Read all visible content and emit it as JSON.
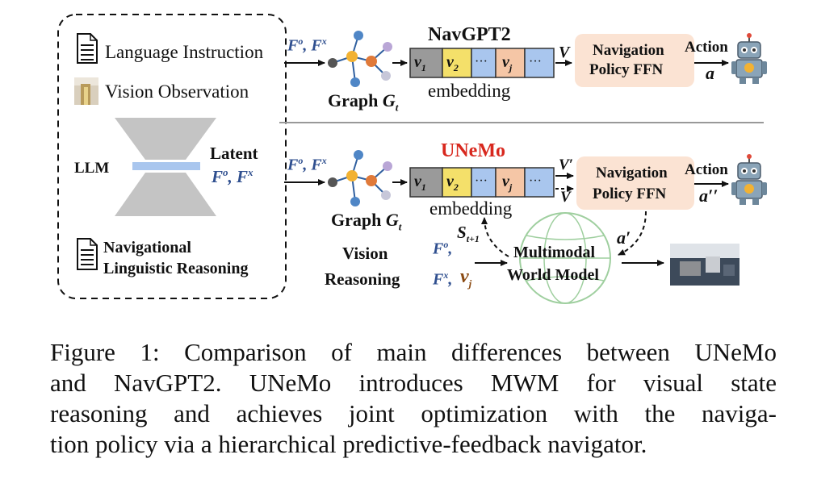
{
  "left_panel": {
    "language_instruction": "Language Instruction",
    "vision_observation": "Vision Observation",
    "llm": "LLM",
    "latent": "Latent",
    "latent_features": "F",
    "navigational_reasoning_line1": "Navigational",
    "navigational_reasoning_line2": "Linguistic Reasoning"
  },
  "top_row": {
    "features_label": "F",
    "model_name": "NavGPT2",
    "graph_label": "Graph",
    "graph_sub": "t",
    "embedding": "embedding",
    "tokens": [
      "v",
      "v",
      "···",
      "v",
      "···"
    ],
    "token_subs": [
      "1",
      "2",
      "",
      "j",
      ""
    ],
    "v_label": "V",
    "policy_line1": "Navigation",
    "policy_line2": "Policy FFN",
    "action_label": "Action",
    "action_var": "a"
  },
  "bottom_row": {
    "features_label": "F",
    "model_name": "UNeMo",
    "graph_label": "Graph",
    "graph_sub": "t",
    "embedding": "embedding",
    "tokens": [
      "v",
      "v",
      "···",
      "v",
      "···"
    ],
    "token_subs": [
      "1",
      "2",
      "",
      "j",
      ""
    ],
    "v_prime": "V′",
    "v_label": "V",
    "policy_line1": "Navigation",
    "policy_line2": "Policy FFN",
    "action_label": "Action",
    "action_var": "a′′",
    "a_prime": "a′",
    "state_label": "S",
    "state_sub": "t+1",
    "vision_reasoning_line1": "Vision",
    "vision_reasoning_line2": "Reasoning",
    "fo_label": "F",
    "fx_label": "F",
    "vj_label": "v",
    "vj_sub": "j",
    "mwm_line1": "Multimodal",
    "mwm_line2": "World Model"
  },
  "colors": {
    "token_gray": "#9a9a9a",
    "token_yellow": "#f4e06a",
    "token_blue": "#a9c6ee",
    "token_orange": "#f5c6a6",
    "policy_bg": "#fbe3d3",
    "accent_blue": "#2f4f8f",
    "accent_red": "#d8281e",
    "globe_green": "#7fbf7f"
  },
  "caption": {
    "lines": [
      "Figure 1: Comparison of main differences between UNeMo",
      "and NavGPT2. UNeMo introduces MWM for visual state",
      "reasoning and achieves joint optimization with the naviga-",
      "tion policy via a hierarchical predictive-feedback navigator."
    ]
  }
}
